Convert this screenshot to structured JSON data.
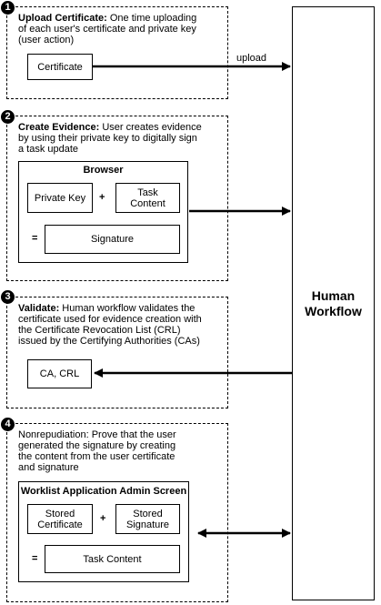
{
  "human_workflow": {
    "line1": "Human",
    "line2": "Workflow"
  },
  "step1": {
    "number": "1",
    "title": "Upload Certificate:",
    "text_line1": " One time uploading",
    "text_line2": "of each user's certificate and private key",
    "text_line3": "(user action)",
    "box": "Certificate",
    "arrow_label": "upload"
  },
  "step2": {
    "number": "2",
    "title": "Create Evidence:",
    "text_line1": " User creates evidence",
    "text_line2": "by using their private key to digitally sign",
    "text_line3": "a task update",
    "panel_title": "Browser",
    "box_a": "Private Key",
    "plus": "+",
    "box_b_line1": "Task",
    "box_b_line2": "Content",
    "equals": "=",
    "result": "Signature"
  },
  "step3": {
    "number": "3",
    "title": "Validate:",
    "text_line1": " Human workflow validates the",
    "text_line2": "certificate used for evidence creation with",
    "text_line3": "the Certificate Revocation List (CRL)",
    "text_line4": "issued by the Certifying Authorities (CAs)",
    "box": "CA, CRL"
  },
  "step4": {
    "number": "4",
    "text_line1": "Nonrepudiation: Prove that the user",
    "text_line2": "generated the signature by creating",
    "text_line3": "the content from the user certificate",
    "text_line4": "and signature",
    "panel_title": "Worklist Application Admin Screen",
    "box_a_line1": "Stored",
    "box_a_line2": "Certificate",
    "plus": "+",
    "box_b_line1": "Stored",
    "box_b_line2": "Signature",
    "equals": "=",
    "result": "Task Content"
  }
}
